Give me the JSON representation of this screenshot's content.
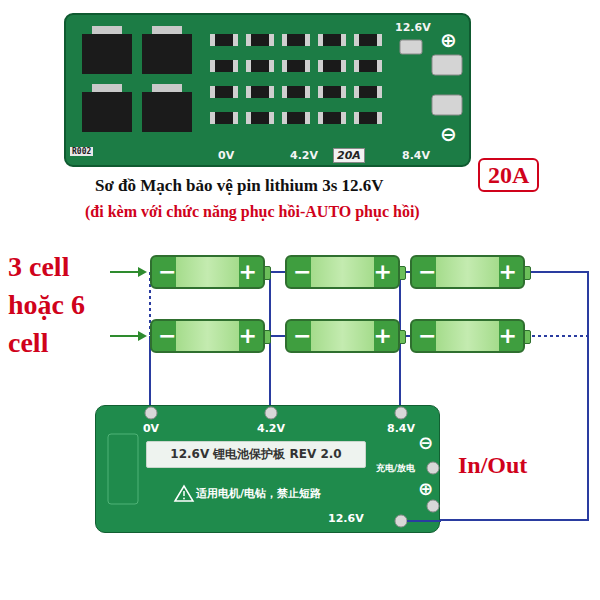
{
  "diagram": {
    "title": "Sơ đồ Mạch bảo vệ pin lithium 3s 12.6V",
    "nodes": [
      {
        "text": [
          "20A"
        ]
      },
      {
        "text": [
          "−",
          "+"
        ]
      },
      {
        "text": [
          "−",
          "+"
        ]
      },
      {
        "text": [
          "−",
          "+"
        ]
      },
      {
        "text": [
          "−",
          "+"
        ]
      },
      {
        "text": [
          "−",
          "+"
        ]
      },
      {
        "text": [
          "−",
          "+"
        ]
      },
      {
        "text": [
          "0V",
          "4.2V",
          "8.4V",
          "⊖",
          "充电/放电",
          "⊕",
          "适用电机/电钻，禁止短路",
          "12.6V"
        ]
      },
      {
        "text": [
          "12.6V 锂电池保护板 REV 2.0"
        ],
        "in": 7
      }
    ],
    "edges": [
      {
        "from": 1,
        "to": 2,
        "arrow": "none"
      },
      {
        "from": 2,
        "to": 3,
        "arrow": "none"
      },
      {
        "from": 4,
        "to": 5,
        "arrow": "none"
      },
      {
        "from": 5,
        "to": 6,
        "arrow": "none"
      },
      {
        "from": 3,
        "to": 7,
        "arrow": "none"
      }
    ],
    "labels": [
      "12.6V",
      "⊕",
      "R002",
      "0V",
      "4.2V",
      "20A",
      "8.4V",
      "⊖",
      "(đi kèm với chức năng phục hồi-AUTO phục hồi)",
      "3 cell hoặc 6 cell",
      "In/Out"
    ]
  }
}
